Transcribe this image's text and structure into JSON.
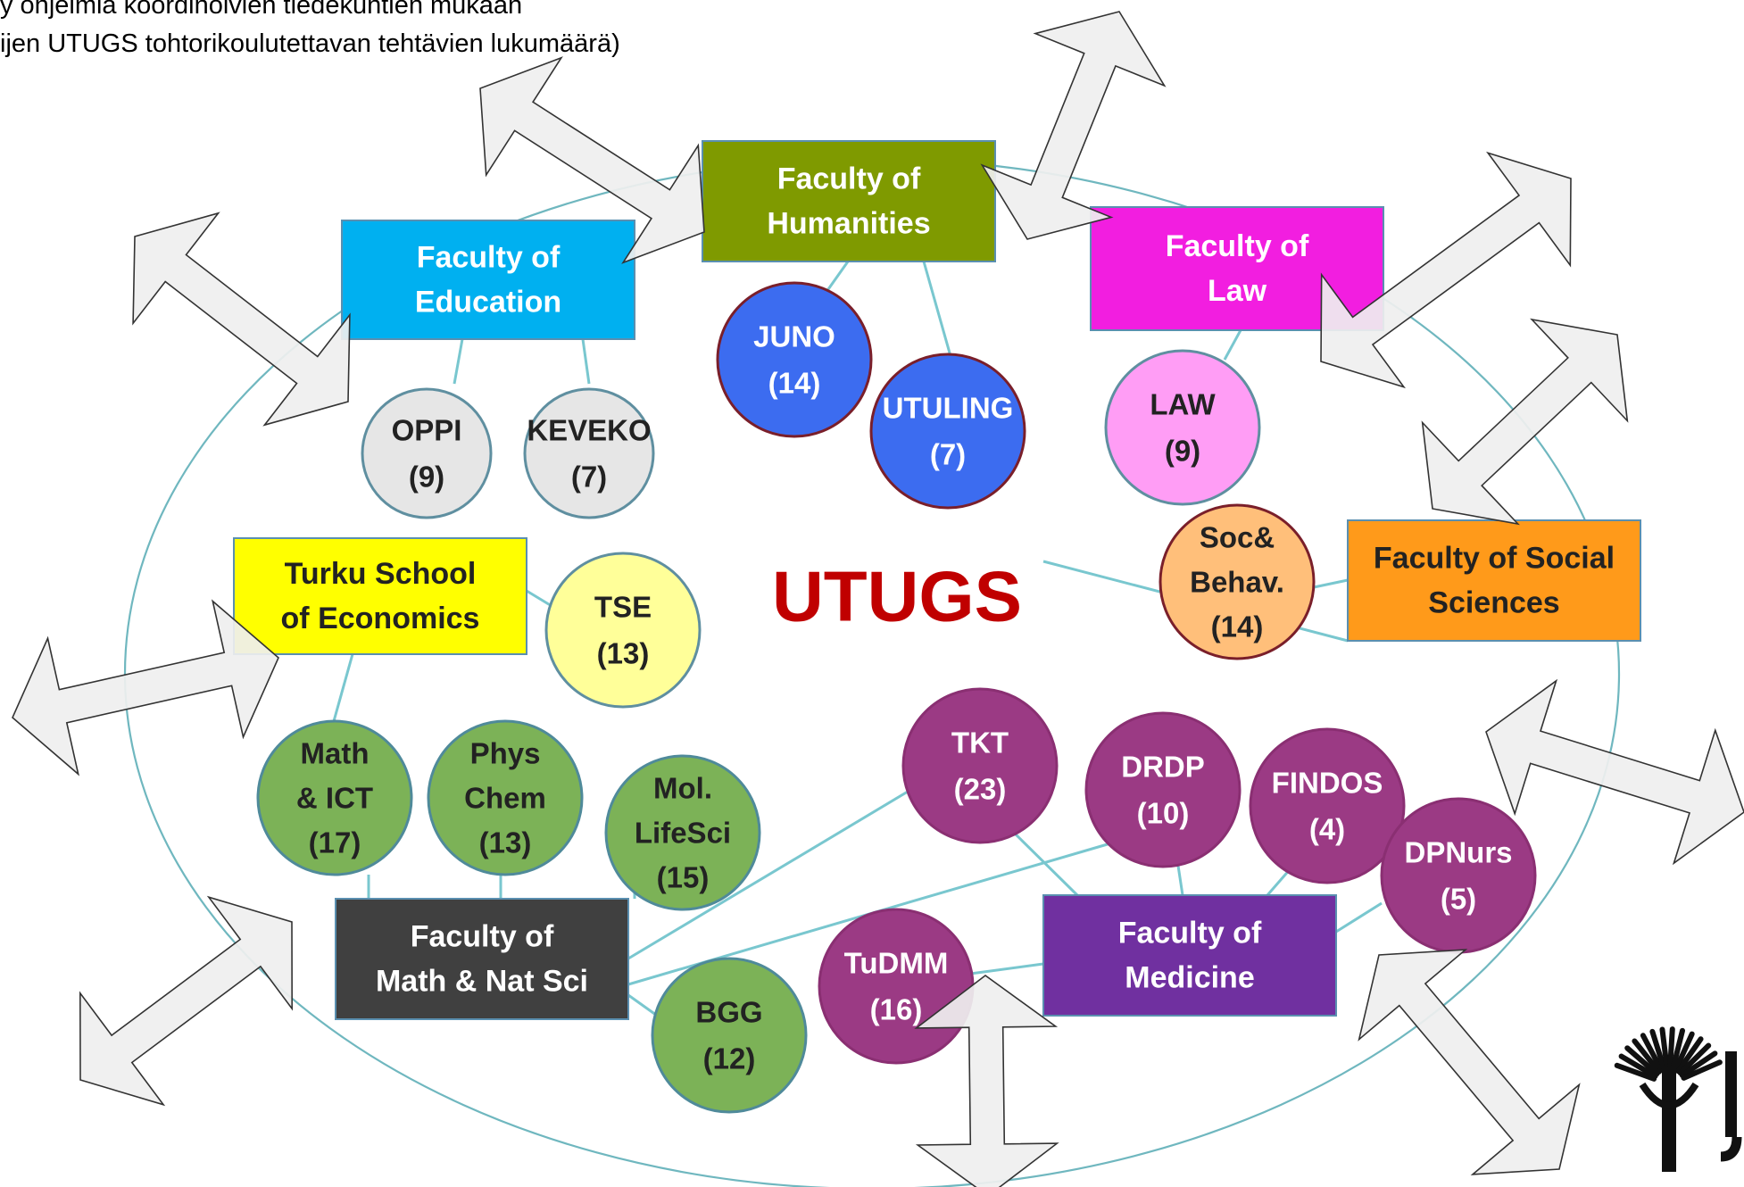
{
  "header": {
    "line1": "y ohjelmia koordinoivien tiedekuntien mukaan",
    "line2": "ijen UTUGS tohtorikoulutettavan tehtävien lukumäärä)"
  },
  "center_label": "UTUGS",
  "colors": {
    "ellipse": "#6fb7bf",
    "connector": "#79c7cf",
    "center_text": "#c00000"
  },
  "faculties": [
    {
      "id": "education",
      "line1": "Faculty of",
      "line2": "Education",
      "fill": "#00b0f0",
      "text": "#ffffff"
    },
    {
      "id": "humanities",
      "line1": "Faculty of",
      "line2": "Humanities",
      "fill": "#7f9a00",
      "text": "#ffffff"
    },
    {
      "id": "law",
      "line1": "Faculty of",
      "line2": "Law",
      "fill": "#f21ee0",
      "text": "#ffffff"
    },
    {
      "id": "social",
      "line1": "Faculty of Social",
      "line2": "Sciences",
      "fill": "#ff9a1a",
      "text": "#222222"
    },
    {
      "id": "tse",
      "line1": "Turku School",
      "line2": "of Economics",
      "fill": "#ffff00",
      "text": "#222222"
    },
    {
      "id": "mathnat",
      "line1": "Faculty of",
      "line2": "Math & Nat Sci",
      "fill": "#404040",
      "text": "#ffffff"
    },
    {
      "id": "medicine",
      "line1": "Faculty of",
      "line2": "Medicine",
      "fill": "#7030a0",
      "text": "#ffffff"
    }
  ],
  "programmes": [
    {
      "id": "oppi",
      "lines": [
        "OPPI",
        "(9)"
      ],
      "fill": "#e6e6e6",
      "stroke": "#5f8fa0",
      "text": "#222222"
    },
    {
      "id": "keveko",
      "lines": [
        "KEVEKO",
        "(7)"
      ],
      "fill": "#e6e6e6",
      "stroke": "#5f8fa0",
      "text": "#222222"
    },
    {
      "id": "juno",
      "lines": [
        "JUNO",
        "(14)"
      ],
      "fill": "#3c6cf0",
      "stroke": "#7a1f2a",
      "text": "#ffffff"
    },
    {
      "id": "utuling",
      "lines": [
        "UTULING",
        "(7)"
      ],
      "fill": "#3c6cf0",
      "stroke": "#7a1f2a",
      "text": "#ffffff"
    },
    {
      "id": "law",
      "lines": [
        "LAW",
        "(9)"
      ],
      "fill": "#ff9df5",
      "stroke": "#5f8fa0",
      "text": "#222222"
    },
    {
      "id": "socbehav",
      "lines": [
        "Soc&",
        "Behav.",
        "(14)"
      ],
      "fill": "#ffbf7a",
      "stroke": "#7a1f2a",
      "text": "#222222"
    },
    {
      "id": "tse",
      "lines": [
        "TSE",
        "(13)"
      ],
      "fill": "#ffff99",
      "stroke": "#5f8fa0",
      "text": "#222222"
    },
    {
      "id": "mathict",
      "lines": [
        "Math",
        "& ICT",
        "(17)"
      ],
      "fill": "#7cb257",
      "stroke": "#4f8a9a",
      "text": "#222222"
    },
    {
      "id": "physchem",
      "lines": [
        "Phys",
        "Chem",
        "(13)"
      ],
      "fill": "#7cb257",
      "stroke": "#4f8a9a",
      "text": "#222222"
    },
    {
      "id": "mollifesci",
      "lines": [
        "Mol.",
        "LifeSci",
        "(15)"
      ],
      "fill": "#7cb257",
      "stroke": "#4f8a9a",
      "text": "#222222"
    },
    {
      "id": "bgg",
      "lines": [
        "BGG",
        "(12)"
      ],
      "fill": "#7cb257",
      "stroke": "#4f8a9a",
      "text": "#222222"
    },
    {
      "id": "tkt",
      "lines": [
        "TKT",
        "(23)"
      ],
      "fill": "#9b3a84",
      "stroke": "#8a2f72",
      "text": "#ffffff"
    },
    {
      "id": "drdp",
      "lines": [
        "DRDP",
        "(10)"
      ],
      "fill": "#9b3a84",
      "stroke": "#8a2f72",
      "text": "#ffffff"
    },
    {
      "id": "findos",
      "lines": [
        "FINDOS",
        "(4)"
      ],
      "fill": "#9b3a84",
      "stroke": "#8a2f72",
      "text": "#ffffff"
    },
    {
      "id": "dpnurs",
      "lines": [
        "DPNurs",
        "(5)"
      ],
      "fill": "#9b3a84",
      "stroke": "#8a2f72",
      "text": "#ffffff"
    },
    {
      "id": "tudmm",
      "lines": [
        "TuDMM",
        "(16)"
      ],
      "fill": "#9b3a84",
      "stroke": "#8a2f72",
      "text": "#ffffff"
    }
  ]
}
